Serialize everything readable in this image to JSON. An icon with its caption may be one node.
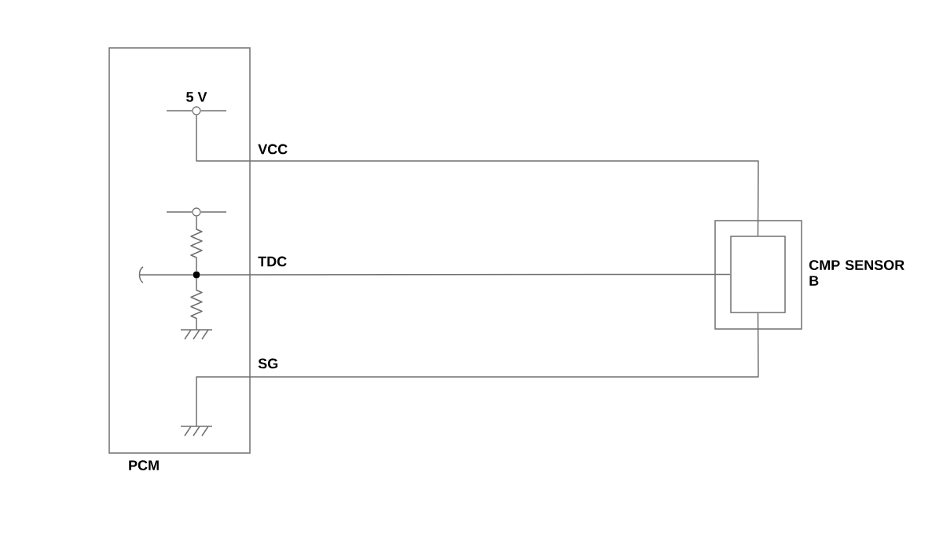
{
  "diagram": {
    "nodes": [
      {
        "text": [
          "PCM"
        ]
      },
      {
        "text": [
          "CMP SENSOR B"
        ]
      },
      {
        "text": [],
        "shape": "box",
        "in": 1
      },
      {
        "text": [
          "5 V"
        ],
        "in": 0
      },
      {
        "text": [],
        "shape": "circle",
        "in": 0
      },
      {
        "text": [],
        "shape": "circle",
        "in": 0
      },
      {
        "text": [],
        "shape": "ground",
        "in": 0
      },
      {
        "text": [],
        "shape": "ground",
        "in": 0
      }
    ],
    "edges": [
      {
        "from": 3,
        "to": 2,
        "arrow": "none",
        "label": "VCC"
      },
      {
        "from": 5,
        "to": 2,
        "arrow": "none",
        "label": "TDC"
      },
      {
        "from": 7,
        "to": 2,
        "arrow": "none",
        "label": "SG"
      },
      {
        "from": 4,
        "to": 5,
        "arrow": "none"
      },
      {
        "from": 5,
        "to": 6,
        "arrow": "none"
      },
      {
        "from": null,
        "to": 5,
        "arrow": "none"
      }
    ]
  }
}
